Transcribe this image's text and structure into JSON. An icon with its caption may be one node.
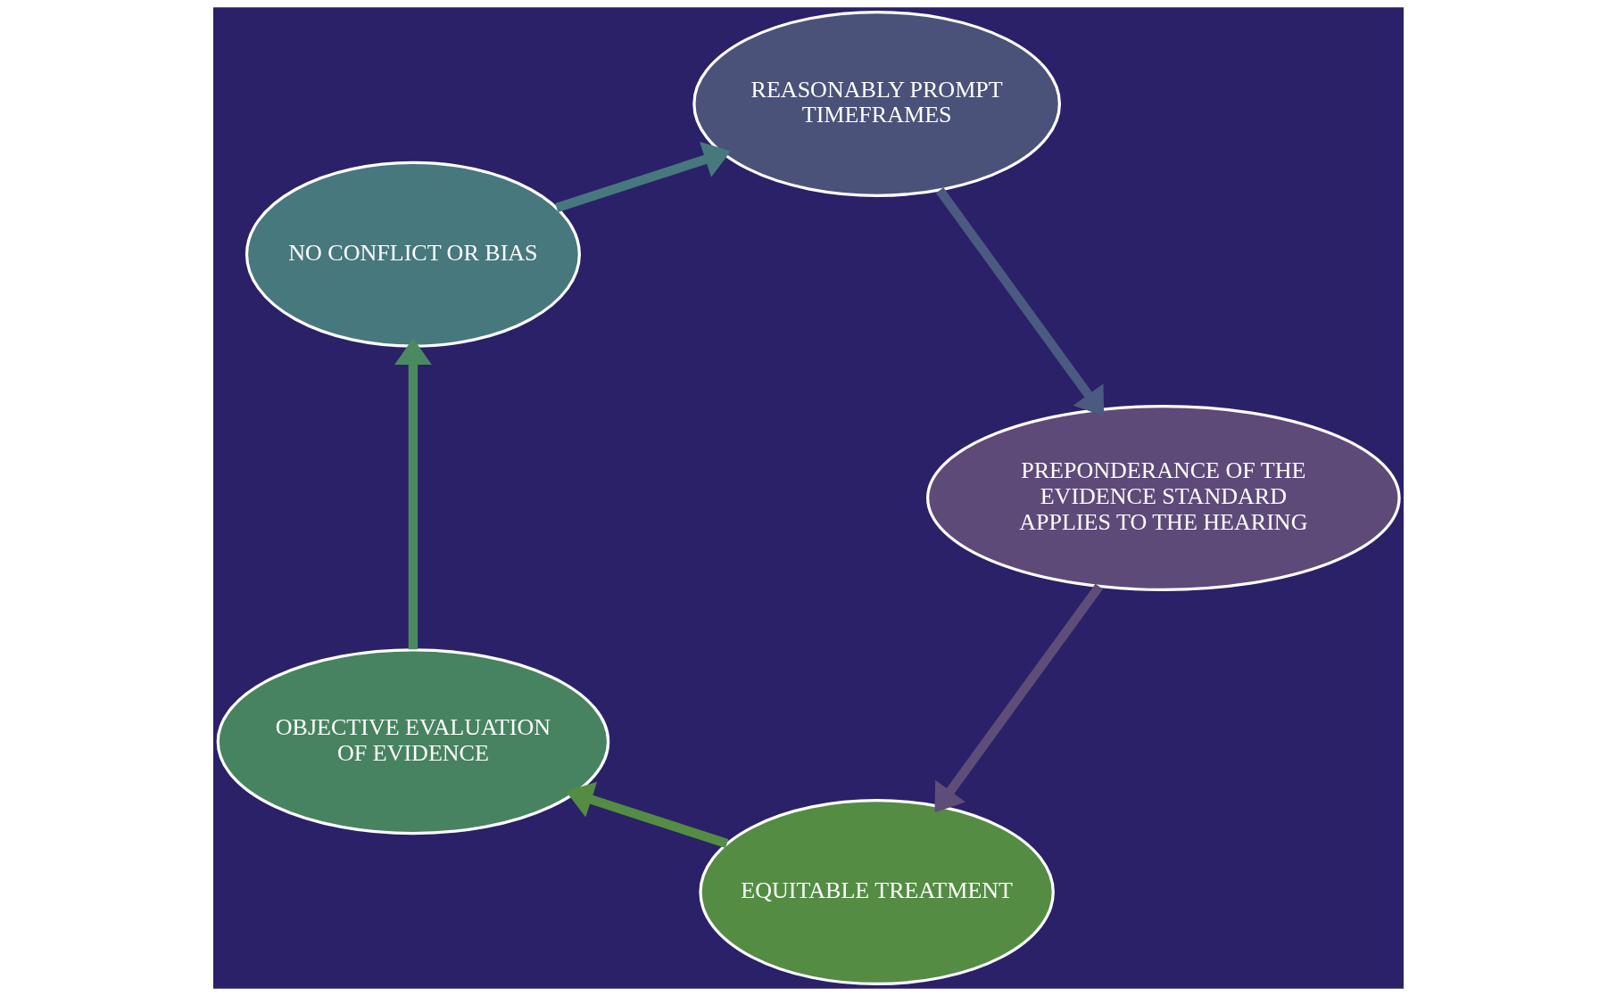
{
  "diagram": {
    "nodes": [
      {
        "text": [
          "EQUITABLE TREATMENT"
        ]
      },
      {
        "text": [
          "OBJECTIVE EVALUATION OF EVIDENCE"
        ]
      },
      {
        "text": [
          "NO CONFLICT OR BIAS"
        ]
      },
      {
        "text": [
          "REASONABLY PROMPT TIMEFRAMES"
        ]
      },
      {
        "text": [
          "PREPONDERANCE OF THE EVIDENCE STANDARD APPLIES TO THE HEARING"
        ]
      }
    ],
    "edges": [
      {
        "from": 0,
        "to": 1,
        "arrow": "to",
        "color": "#548c44"
      },
      {
        "from": 1,
        "to": 2,
        "arrow": "to",
        "color": "#4b8a5e"
      },
      {
        "from": 2,
        "to": 3,
        "arrow": "to",
        "color": "#47787e"
      },
      {
        "from": 3,
        "to": 4,
        "arrow": "to",
        "color": "#4a5a80"
      },
      {
        "from": 4,
        "to": 0,
        "arrow": "to",
        "color": "#5e4d78"
      }
    ]
  }
}
